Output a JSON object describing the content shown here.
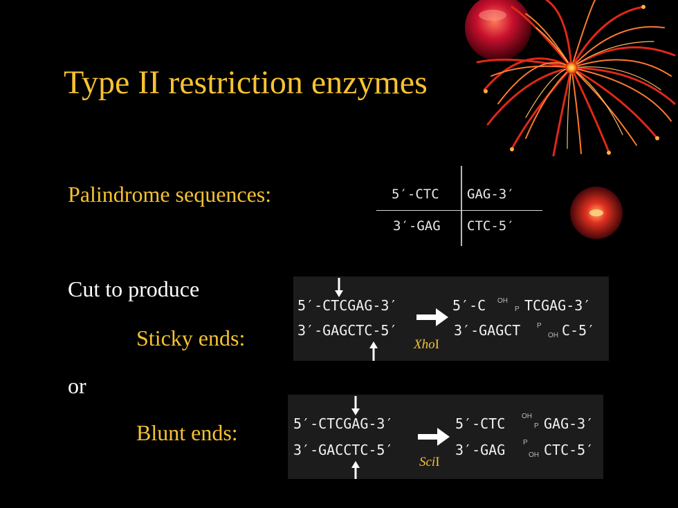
{
  "slide": {
    "title": "Type II restriction enzymes",
    "palindrome_label": "Palindrome sequences:",
    "cut_label": "Cut to produce",
    "sticky_label": "Sticky ends:",
    "or_label": "or",
    "blunt_label": "Blunt ends:"
  },
  "palindrome": {
    "top_left": "5′-CTC",
    "top_right": "GAG-3′",
    "bottom_left": "3′-GAG",
    "bottom_right": "CTC-5′"
  },
  "sticky": {
    "sub_top": "5′-CTCGAG-3′",
    "sub_bottom": "3′-GAGCTC-5′",
    "prod_top_left": "5′-C",
    "prod_top_oh": "OH",
    "prod_top_p": "P",
    "prod_top_right": "TCGAG-3′",
    "prod_bottom_left": "3′-GAGCT",
    "prod_bottom_p": "P",
    "prod_bottom_oh": "OH",
    "prod_bottom_right": "C-5′",
    "enzyme_italic": "Xho",
    "enzyme_suffix": "I"
  },
  "blunt": {
    "sub_top": "5′-CTCGAG-3′",
    "sub_bottom": "3′-GACCTC-5′",
    "prod_top_left": "5′-CTC",
    "prod_top_oh": "OH",
    "prod_top_p": "P",
    "prod_top_right": "GAG-3′",
    "prod_bottom_left": "3′-GAG",
    "prod_bottom_p": "P",
    "prod_bottom_oh": "OH",
    "prod_bottom_right": "CTC-5′",
    "enzyme_italic": "Sci",
    "enzyme_suffix": "I"
  },
  "colors": {
    "accent": "#f6c232",
    "background": "#000000",
    "text": "#ffffff"
  }
}
